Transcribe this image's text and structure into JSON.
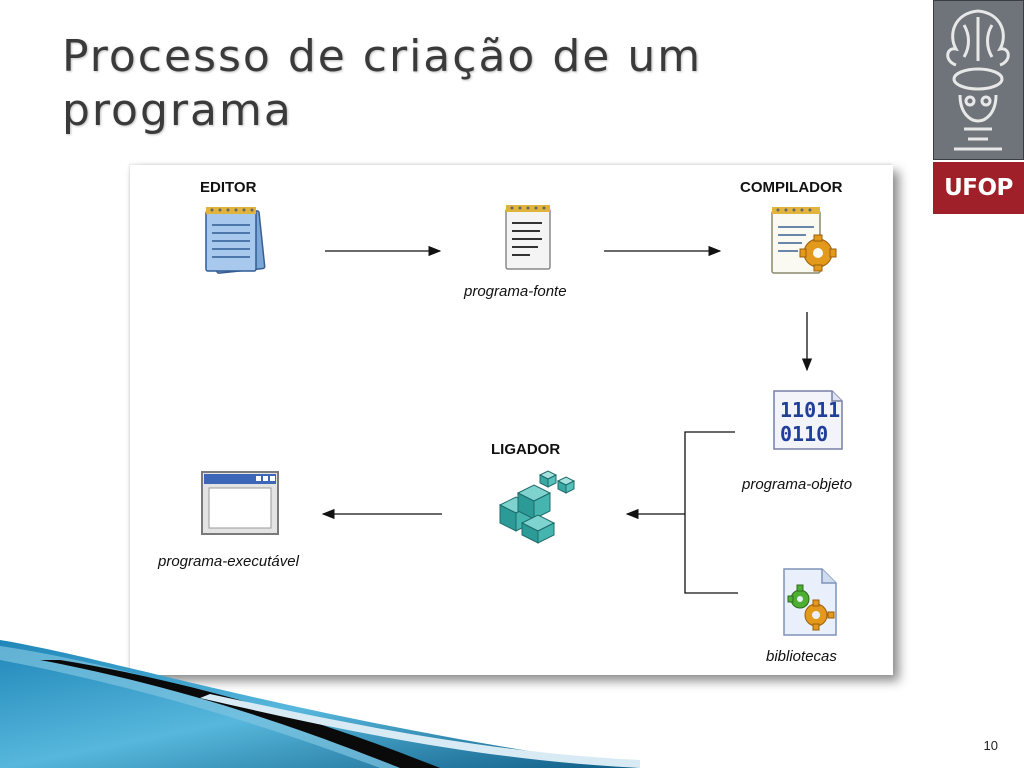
{
  "slide": {
    "title": "Processo de criação de um programa",
    "page_number": "10"
  },
  "logo": {
    "text": "UFOP"
  },
  "diagram": {
    "nodes": {
      "editor": "EDITOR",
      "source": "programa-fonte",
      "compiler": "COMPILADOR",
      "object": "programa-objeto",
      "linker": "LIGADOR",
      "libraries": "bibliotecas",
      "executable": "programa-executável"
    },
    "binary_icon_text": [
      "11011",
      "0110"
    ]
  }
}
